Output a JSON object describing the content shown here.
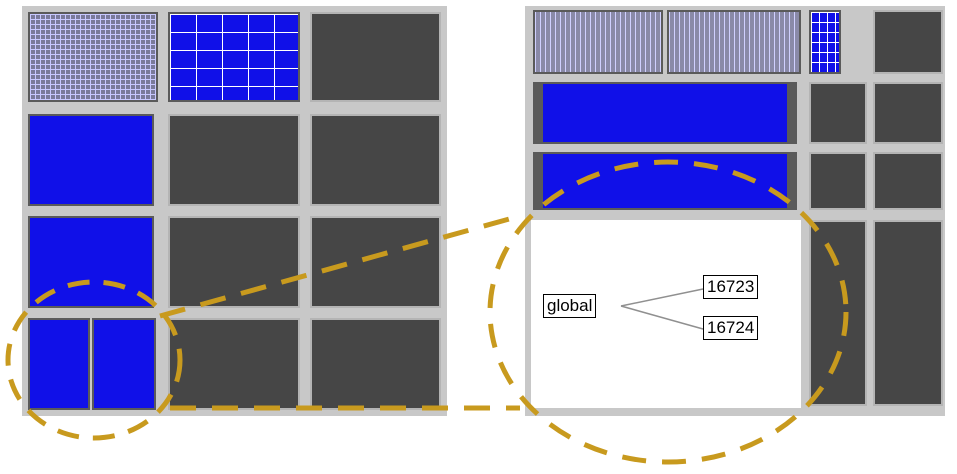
{
  "labels": {
    "root": "global",
    "child_a": "16723",
    "child_b": "16724"
  },
  "colors": {
    "frame": "#c8c8c8",
    "cell_dark": "#464646",
    "cell_blue": "#1010e8",
    "highlight_dashes": "#c89a1e",
    "connector_lines": "#909090"
  }
}
